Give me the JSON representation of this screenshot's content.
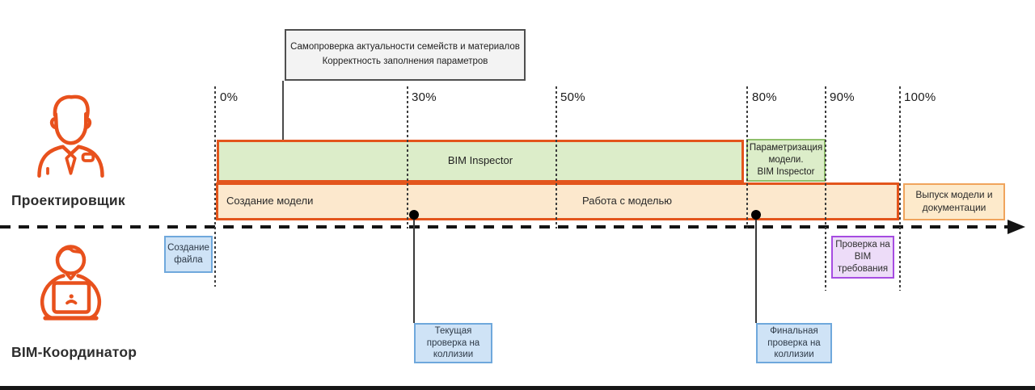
{
  "personas": {
    "designer": {
      "label": "Проектировщик",
      "icon": "designer-bust-icon"
    },
    "coordinator": {
      "label": "BIM-Координатор",
      "icon": "person-at-laptop-icon"
    }
  },
  "callout": {
    "text": "Самопроверка актуальности семейств и материалов\nКорректность заполнения параметров"
  },
  "timeline": {
    "milestones": [
      {
        "label": "0%"
      },
      {
        "label": "30%"
      },
      {
        "label": "50%"
      },
      {
        "label": "80%"
      },
      {
        "label": "90%"
      },
      {
        "label": "100%"
      }
    ]
  },
  "bars": {
    "bim_inspector": {
      "label": "BIM Inspector"
    },
    "parametrization": {
      "text": "Параметризация\nмодели.\nBIM Inspector"
    },
    "model": {
      "left_label": "Создание модели",
      "right_label": "Работа с моделью"
    },
    "release": {
      "text": "Выпуск модели и\nдокументации"
    }
  },
  "events": {
    "file_creation": {
      "text": "Создание\nфайла"
    },
    "bim_requirements": {
      "text": "Проверка на\nBIM\nтребования"
    },
    "current_clash_check": {
      "text": "Текущая\nпроверка на\nколлизии"
    },
    "final_clash_check": {
      "text": "Финальная\nпроверка на\nколлизии"
    }
  },
  "colors": {
    "accent_orange": "#e3551c",
    "green_fill": "#dcedc9",
    "green_border": "#8fbf6a",
    "orange_fill": "#fce8cd",
    "release_border": "#f0a45c",
    "blue_fill": "#cfe3f6",
    "blue_border": "#6fa8dc",
    "purple_fill": "#eddcf8",
    "purple_border": "#a64ce1",
    "icon_orange": "#e8511d"
  }
}
